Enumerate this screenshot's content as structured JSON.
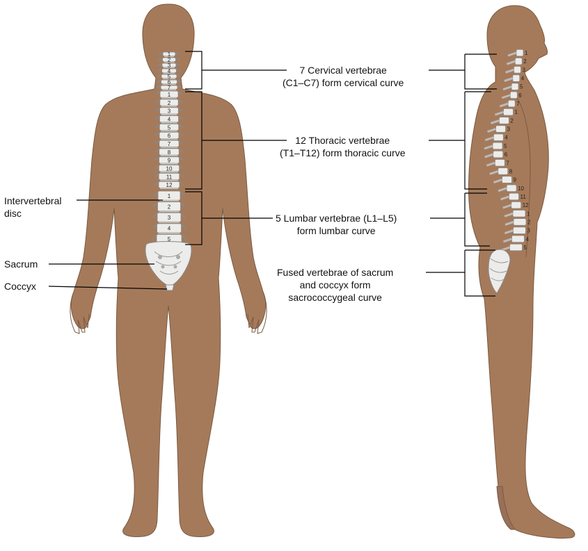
{
  "colors": {
    "skin": "#a57a5a",
    "bone": "#ececea",
    "bone_shade": "#c9c9c5",
    "leader": "#000000"
  },
  "labels": {
    "cervical": [
      "7 Cervical vertebrae",
      "(C1–C7) form cervical curve"
    ],
    "thoracic": [
      "12 Thoracic vertebrae",
      "(T1–T12) form thoracic curve"
    ],
    "lumbar": [
      "5 Lumbar vertebrae (L1–L5)",
      "form lumbar curve"
    ],
    "sacrococcygeal": [
      "Fused vertebrae of sacrum",
      "and coccyx form",
      "sacrococcygeal curve"
    ],
    "intervertebral": [
      "Intervertebral",
      "disc"
    ],
    "sacrum": "Sacrum",
    "coccyx": "Coccyx"
  },
  "vertebra_numbers": {
    "cervical": [
      "1",
      "2",
      "3",
      "4",
      "5",
      "6",
      "7"
    ],
    "thoracic": [
      "1",
      "2",
      "3",
      "4",
      "5",
      "6",
      "7",
      "8",
      "9",
      "10",
      "11",
      "12"
    ],
    "lumbar": [
      "1",
      "2",
      "3",
      "4",
      "5"
    ]
  }
}
